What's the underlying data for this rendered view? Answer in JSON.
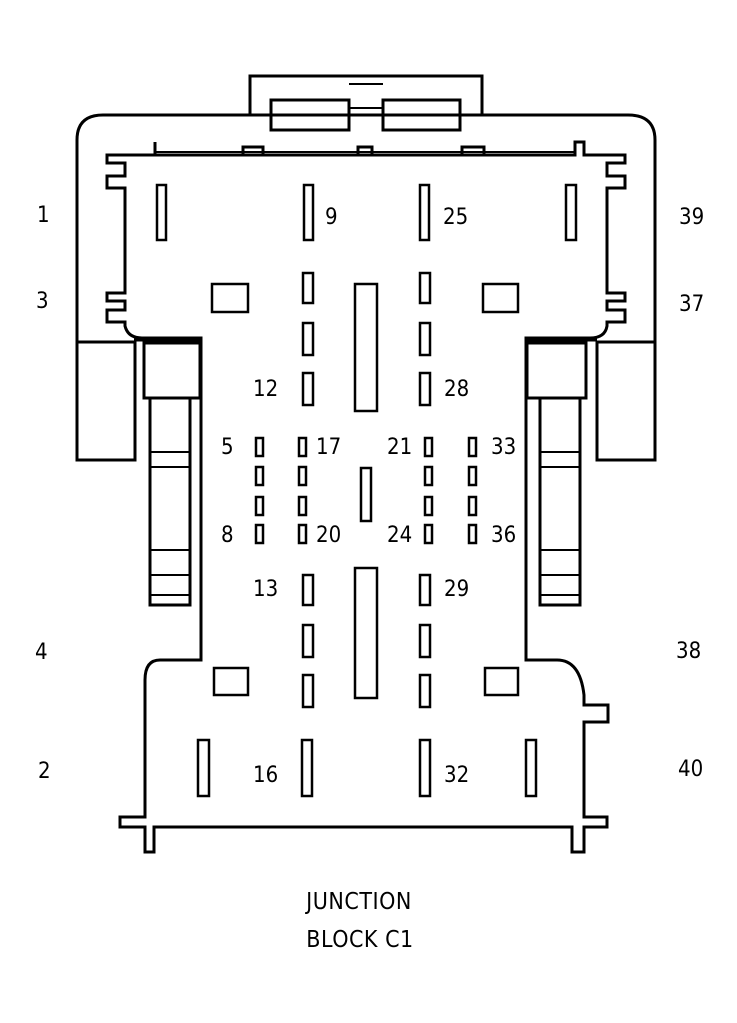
{
  "caption": {
    "line1": "JUNCTION",
    "line2": "BLOCK C1"
  },
  "pin_labels": {
    "p1": "1",
    "p2": "2",
    "p3": "3",
    "p4": "4",
    "p5": "5",
    "p8": "8",
    "p9": "9",
    "p12": "12",
    "p13": "13",
    "p16": "16",
    "p17": "17",
    "p20": "20",
    "p21": "21",
    "p24": "24",
    "p25": "25",
    "p28": "28",
    "p29": "29",
    "p32": "32",
    "p33": "33",
    "p36": "36",
    "p37": "37",
    "p38": "38",
    "p39": "39",
    "p40": "40"
  }
}
